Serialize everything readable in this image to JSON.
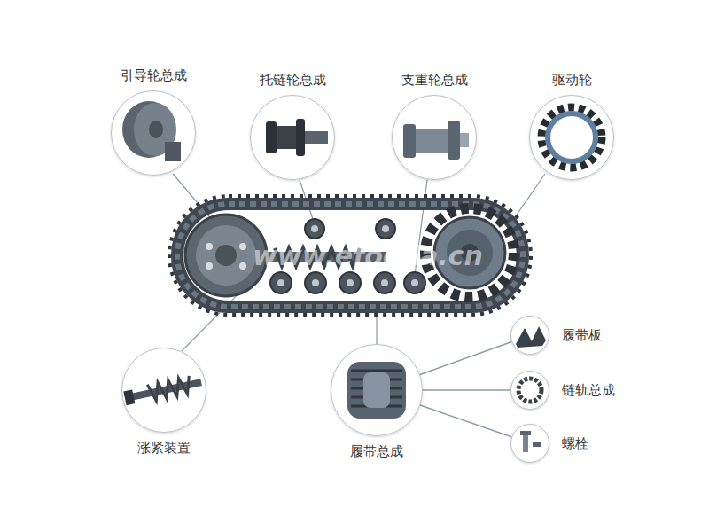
{
  "diagram": {
    "nodes": [
      {
        "text": [
          "引导轮总成"
        ]
      },
      {
        "text": [
          "托链轮总成"
        ]
      },
      {
        "text": [
          "支重轮总成"
        ]
      },
      {
        "text": [
          "驱动轮"
        ]
      },
      {
        "text": [
          "涨紧装置"
        ]
      },
      {
        "text": [
          "履带总成"
        ]
      },
      {
        "text": [
          "履带板"
        ]
      },
      {
        "text": [
          "链轨总成"
        ]
      },
      {
        "text": [
          "螺栓"
        ]
      }
    ],
    "edges": [
      {
        "from": 5,
        "to": 6,
        "arrow": "none"
      },
      {
        "from": 5,
        "to": 7,
        "arrow": "none"
      },
      {
        "from": 5,
        "to": 8,
        "arrow": "none"
      }
    ],
    "labels": [
      "www.efooda.cn"
    ]
  }
}
